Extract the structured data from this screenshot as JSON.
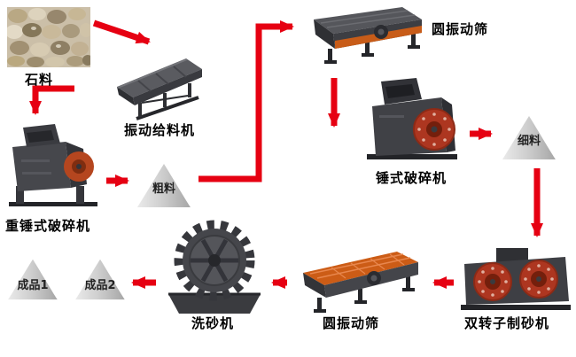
{
  "diagram": {
    "nodes": {
      "stone": {
        "label": "石料"
      },
      "vibrating_feeder": {
        "label": "振动给料机"
      },
      "heavy_hammer_crusher": {
        "label": "重锤式破碎机"
      },
      "coarse_material": {
        "label": "粗料"
      },
      "circular_vibrating_screen_top": {
        "label": "圆振动筛"
      },
      "hammer_crusher": {
        "label": "锤式破碎机"
      },
      "fine_material": {
        "label": "细料"
      },
      "double_rotor_sand_maker": {
        "label": "双转子制砂机"
      },
      "circular_vibrating_screen_bottom": {
        "label": "圆振动筛"
      },
      "sand_washer": {
        "label": "洗砂机"
      },
      "finished_product_1": {
        "label": "成品1"
      },
      "finished_product_2": {
        "label": "成品2"
      }
    },
    "edges": [
      {
        "from": "stone",
        "to": "vibrating_feeder"
      },
      {
        "from": "vibrating_feeder",
        "to": "heavy_hammer_crusher"
      },
      {
        "from": "heavy_hammer_crusher",
        "to": "coarse_material"
      },
      {
        "from": "coarse_material",
        "to": "circular_vibrating_screen_top"
      },
      {
        "from": "circular_vibrating_screen_top",
        "to": "hammer_crusher"
      },
      {
        "from": "hammer_crusher",
        "to": "fine_material"
      },
      {
        "from": "fine_material",
        "to": "double_rotor_sand_maker"
      },
      {
        "from": "double_rotor_sand_maker",
        "to": "circular_vibrating_screen_bottom"
      },
      {
        "from": "circular_vibrating_screen_bottom",
        "to": "sand_washer"
      },
      {
        "from": "sand_washer",
        "to": "finished_products"
      }
    ],
    "colors": {
      "arrow": "#e60012",
      "machine_dark": "#3f4045",
      "machine_accent_orange": "#c85c18",
      "rotor_red": "#ad3620",
      "cone_gray": "#cfcfcf",
      "background": "#ffffff"
    }
  }
}
